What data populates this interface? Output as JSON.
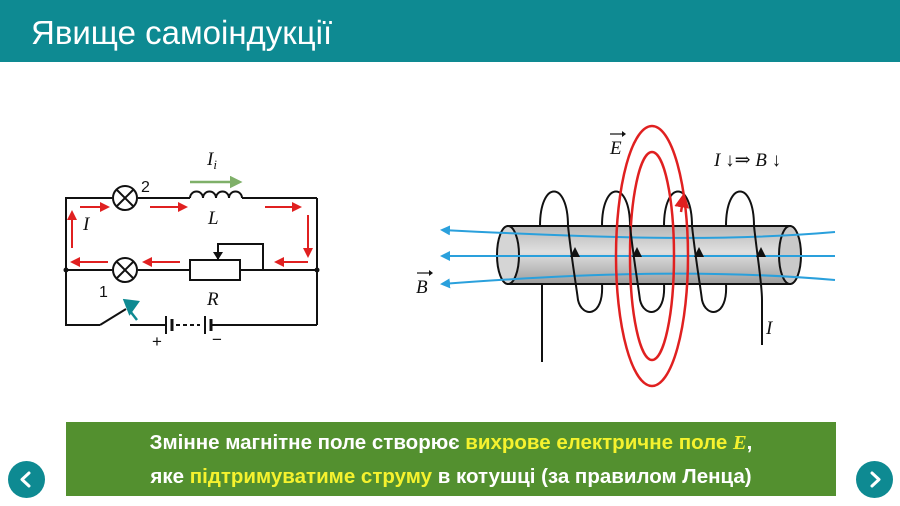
{
  "header": {
    "title": "Явище самоіндукції"
  },
  "circuit": {
    "label_current_induced": "I",
    "label_current_induced_sub": "i",
    "label_inductor": "L",
    "label_resistor": "R",
    "label_current": "I",
    "label_lamp_top": "2",
    "label_lamp_bottom": "1",
    "label_plus": "+",
    "label_minus": "−"
  },
  "coil_diagram": {
    "label_e_field": "E",
    "label_b_field": "B",
    "label_relation": "I ↓⇒ B ↓",
    "label_current": "I"
  },
  "caption": {
    "part1": "Змінне магнітне поле створює ",
    "highlight1": "вихрове електричне поле ",
    "vector": "E",
    "part2": ",",
    "part3": "яке ",
    "highlight2": "підтримуватиме струму",
    "part4": " в котушці (за правилом Ленца)"
  },
  "colors": {
    "header": "#0e8a92",
    "caption_bg": "#53902f",
    "highlight": "#f5f22e",
    "current_arrow": "#e02020",
    "field_line": "#2aa0dc",
    "induced_arrow": "#7fb069"
  },
  "nav": {
    "prev_icon": "chevron-left-icon",
    "next_icon": "chevron-right-icon"
  }
}
